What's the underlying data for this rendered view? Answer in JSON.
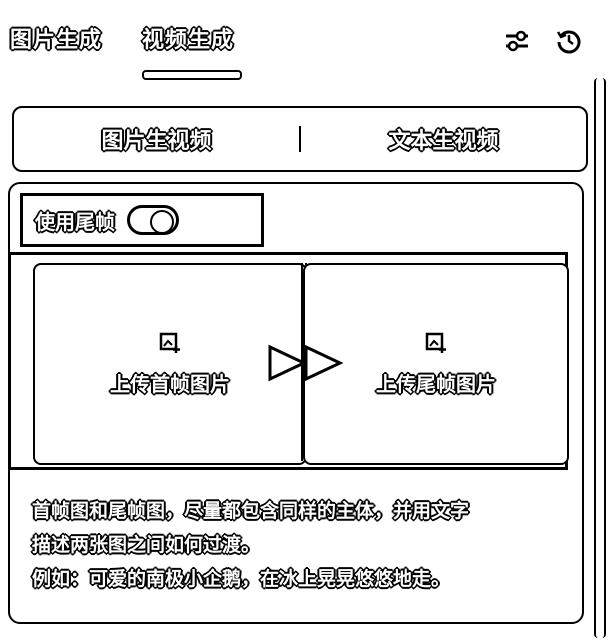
{
  "tabs": {
    "image_gen": "图片生成",
    "video_gen": "视频生成"
  },
  "header_icons": [
    "sliders-icon",
    "history-icon"
  ],
  "mode": {
    "image_to_video": "图片生视频",
    "text_to_video": "文本生视频"
  },
  "tail_frame": {
    "label": "使用尾帧",
    "enabled": true
  },
  "upload": {
    "first_frame": "上传首帧图片",
    "last_frame": "上传尾帧图片"
  },
  "hint": {
    "line1": "首帧图和尾帧图，尽量都包含同样的主体，并用文字",
    "line2": "描述两张图之间如何过渡。",
    "line3": "例如：可爱的南极小企鹅，在冰上晃晃悠悠地走。"
  }
}
